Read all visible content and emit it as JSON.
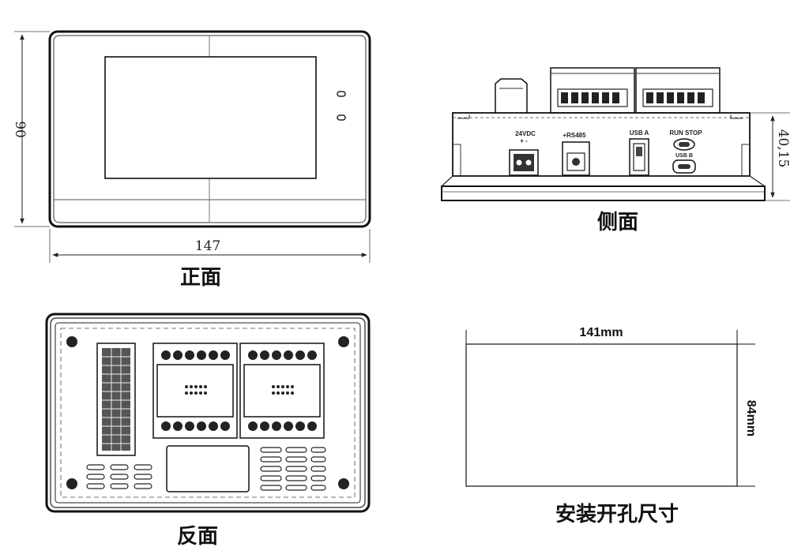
{
  "front": {
    "caption": "正面",
    "width_dim": "147",
    "height_dim": "90"
  },
  "side": {
    "caption": "侧面",
    "depth_dim": "40,15",
    "port_labels": {
      "power": "24VDC",
      "power_polarity": "+ -",
      "rs485": "+RS485",
      "usb_a": "USB A",
      "run_stop": "RUN  STOP",
      "usb_b": "USB B"
    }
  },
  "back": {
    "caption": "反面"
  },
  "cutout": {
    "caption": "安装开孔尺寸",
    "width_dim": "141mm",
    "height_dim": "84mm"
  }
}
